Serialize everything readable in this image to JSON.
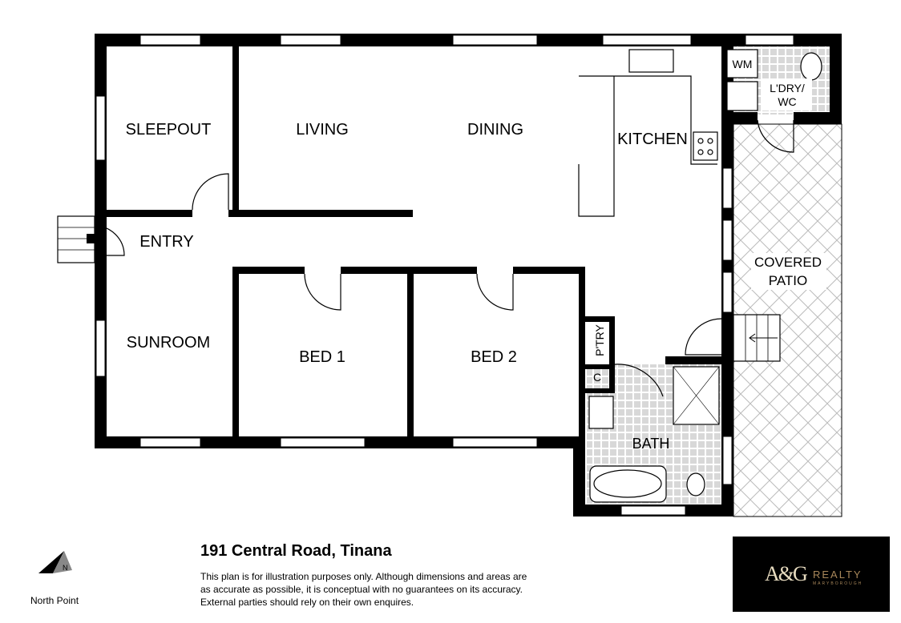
{
  "rooms": {
    "sleepout": "SLEEPOUT",
    "living": "LIVING",
    "dining": "DINING",
    "kitchen": "KITCHEN",
    "wm": "WM",
    "laundry_line1": "L'DRY/",
    "laundry_line2": "WC",
    "entry": "ENTRY",
    "covered_patio_line1": "COVERED",
    "covered_patio_line2": "PATIO",
    "sunroom": "SUNROOM",
    "bed1": "BED 1",
    "bed2": "BED 2",
    "pantry": "P'TRY",
    "cupboard": "C",
    "bath": "BATH"
  },
  "footer": {
    "address": "191 Central Road, Tinana",
    "disclaimer_lines": [
      "This plan is for illustration purposes only.  Although dimensions and areas are",
      "as accurate as possible, it is conceptual with no guarantees on its accuracy.",
      "External parties should rely on their own enquires."
    ],
    "north_point": "North Point"
  },
  "logo": {
    "mark": "A&G",
    "name": "REALTY",
    "sub": "MARYBOROUGH"
  },
  "colors": {
    "wall": "#000000",
    "logo_bg": "#000000",
    "logo_gold": "#a8875a"
  }
}
